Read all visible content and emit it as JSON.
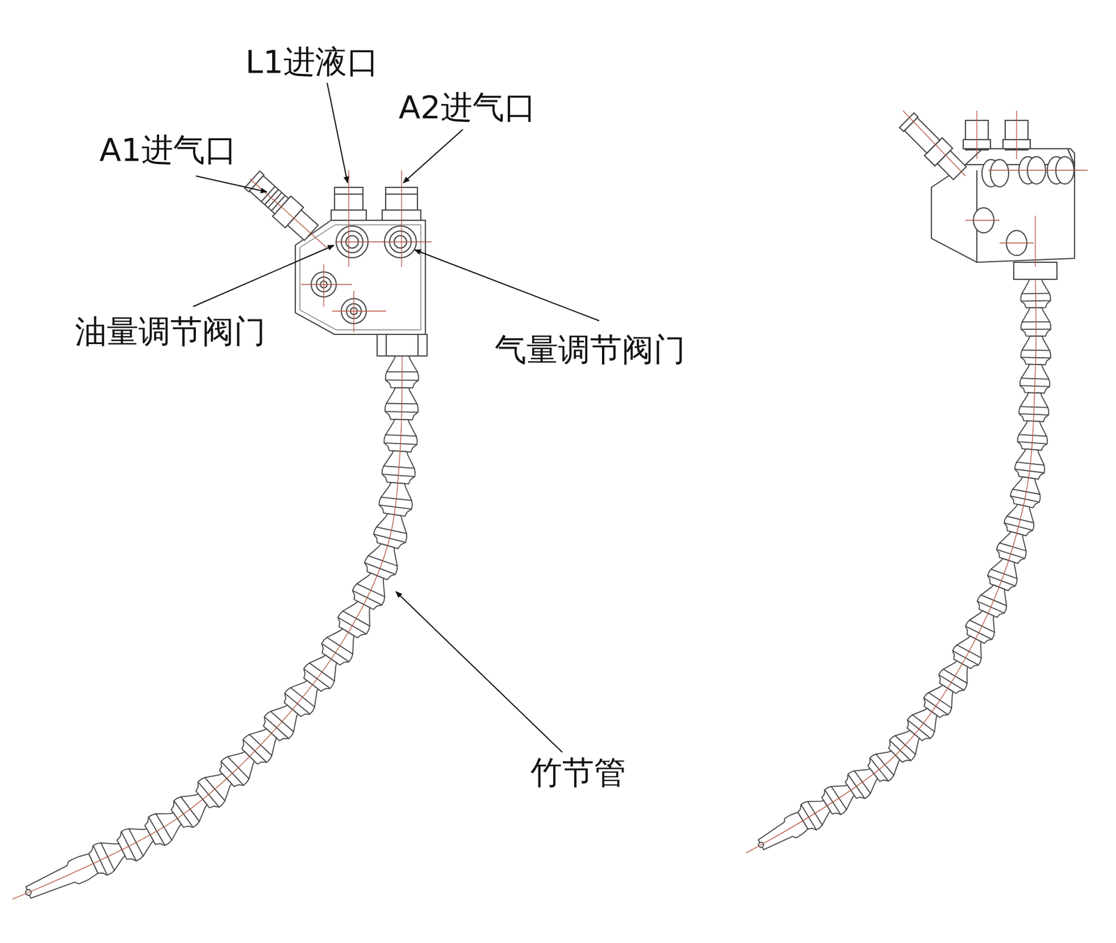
{
  "diagram": {
    "labels": [
      "L1进液口",
      "A2进气口",
      "A1进气口",
      "油量调节阀门",
      "气量调节阀门",
      "竹节管"
    ]
  }
}
